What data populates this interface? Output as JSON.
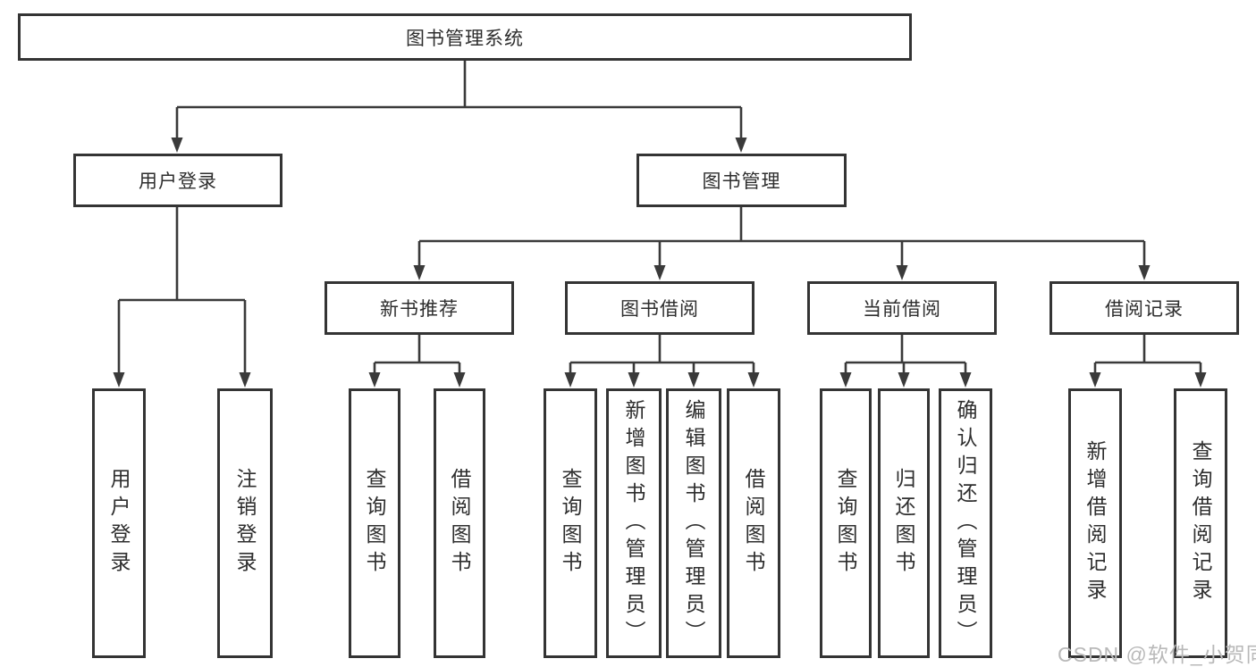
{
  "diagram": {
    "root": {
      "label": "图书管理系统"
    },
    "level2": [
      {
        "label": "用户登录",
        "parent": "图书管理系统"
      },
      {
        "label": "图书管理",
        "parent": "图书管理系统"
      }
    ],
    "level3": [
      {
        "label": "新书推荐",
        "parent": "图书管理"
      },
      {
        "label": "图书借阅",
        "parent": "图书管理"
      },
      {
        "label": "当前借阅",
        "parent": "图书管理"
      },
      {
        "label": "借阅记录",
        "parent": "图书管理"
      }
    ],
    "leaves": [
      {
        "label": "用户登录",
        "parent": "用户登录"
      },
      {
        "label": "注销登录",
        "parent": "用户登录"
      },
      {
        "label": "查询图书",
        "parent": "新书推荐"
      },
      {
        "label": "借阅图书",
        "parent": "新书推荐"
      },
      {
        "label": "查询图书",
        "parent": "图书借阅"
      },
      {
        "label": "新增图书（管理员）",
        "parent": "图书借阅"
      },
      {
        "label": "编辑图书（管理员）",
        "parent": "图书借阅"
      },
      {
        "label": "借阅图书",
        "parent": "图书借阅"
      },
      {
        "label": "查询图书",
        "parent": "当前借阅"
      },
      {
        "label": "归还图书",
        "parent": "当前借阅"
      },
      {
        "label": "确认归还（管理员）",
        "parent": "当前借阅"
      },
      {
        "label": "新增借阅记录",
        "parent": "借阅记录"
      },
      {
        "label": "查询借阅记录",
        "parent": "借阅记录"
      }
    ]
  },
  "watermark": "CSDN @软件_小贺同学",
  "colors": {
    "line": "#3a3a3a",
    "border": "#343434",
    "text": "#2e2e2e",
    "watermark": "#b9b9b9",
    "background": "#ffffff"
  }
}
